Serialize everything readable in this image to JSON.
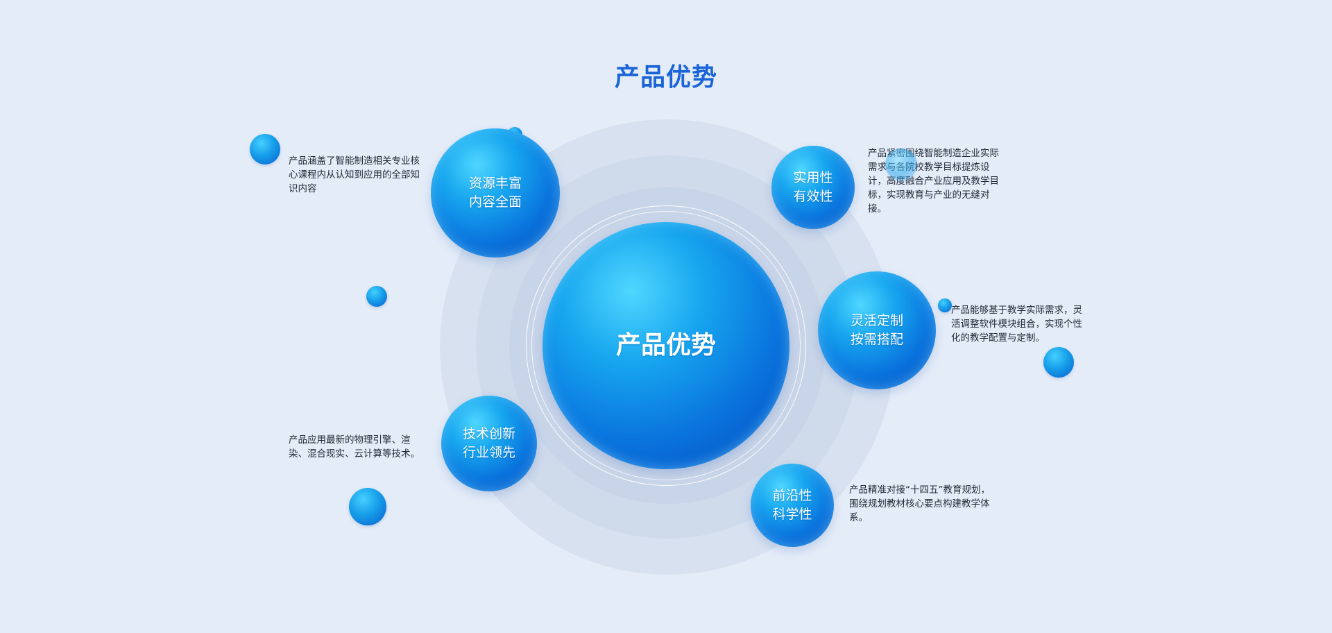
{
  "page": {
    "title": "产品优势",
    "background_color": "#e4ecf8",
    "accent_color": "#1a64d8"
  },
  "center": {
    "label": "产品优势"
  },
  "advantages": [
    {
      "line1": "资源丰富",
      "line2": "内容全面",
      "description": "产品涵盖了智能制造相关专业核心课程内从认知到应用的全部知识内容"
    },
    {
      "line1": "实用性",
      "line2": "有效性",
      "description": "产品紧密围绕智能制造企业实际需求与各院校教学目标提炼设计，高度融合产业应用及教学目标，实现教育与产业的无缝对接。"
    },
    {
      "line1": "灵活定制",
      "line2": "按需搭配",
      "description": "产品能够基于教学实际需求，灵活调整软件模块组合，实现个性化的教学配置与定制。"
    },
    {
      "line1": "技术创新",
      "line2": "行业领先",
      "description": "产品应用最新的物理引擎、渲染、混合现实、云计算等技术。"
    },
    {
      "line1": "前沿性",
      "line2": "科学性",
      "description": "产品精准对接“十四五”教育规划，围绕规划教材核心要点构建教学体系。"
    }
  ]
}
